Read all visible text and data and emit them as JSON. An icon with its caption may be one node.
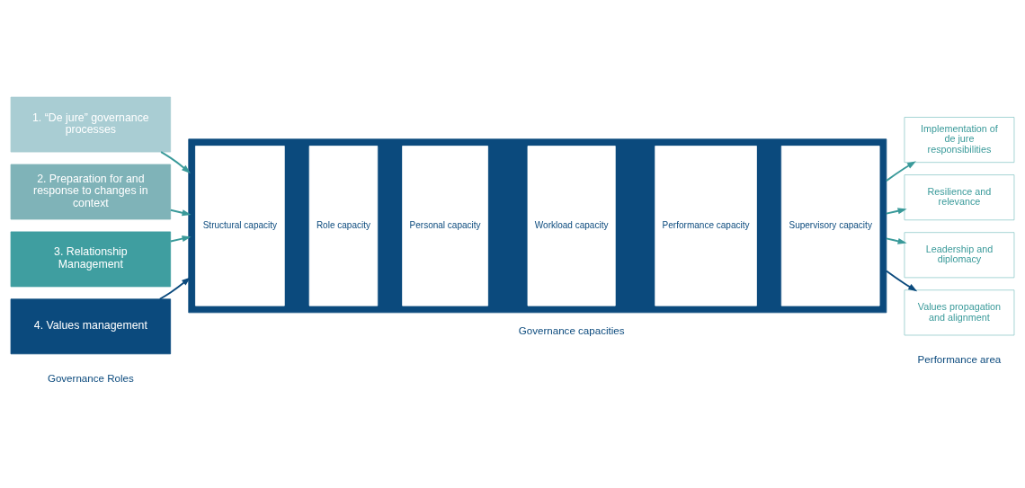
{
  "diagram": {
    "nodes": [
      {
        "text": [
          "1. “De jure” governance processes"
        ]
      },
      {
        "text": [
          "2. Preparation for and response to changes in context"
        ]
      },
      {
        "text": [
          "3. Relationship Management"
        ]
      },
      {
        "text": [
          "4. Values management"
        ]
      },
      {
        "text": [],
        "shape": "box"
      },
      {
        "text": [
          "Structural capacity"
        ],
        "in": 4
      },
      {
        "text": [
          "Role capacity"
        ],
        "in": 4
      },
      {
        "text": [
          "Personal capacity"
        ],
        "in": 4
      },
      {
        "text": [
          "Workload capacity"
        ],
        "in": 4
      },
      {
        "text": [
          "Performance capacity"
        ],
        "in": 4
      },
      {
        "text": [
          "Supervisory capacity"
        ],
        "in": 4
      },
      {
        "text": [
          "Implementation of de jure responsibilities"
        ]
      },
      {
        "text": [
          "Resilience and relevance"
        ]
      },
      {
        "text": [
          "Leadership and diplomacy"
        ]
      },
      {
        "text": [
          "Values propagation and alignment"
        ]
      }
    ],
    "edges": [
      {
        "from": 0,
        "to": 4,
        "arrow": "to"
      },
      {
        "from": 1,
        "to": 4,
        "arrow": "to"
      },
      {
        "from": 2,
        "to": 4,
        "arrow": "to"
      },
      {
        "from": 3,
        "to": 4,
        "arrow": "to",
        "color": "#0b4a7d"
      },
      {
        "from": 4,
        "to": 11,
        "arrow": "to"
      },
      {
        "from": 4,
        "to": 12,
        "arrow": "to"
      },
      {
        "from": 4,
        "to": 13,
        "arrow": "to"
      },
      {
        "from": 4,
        "to": 14,
        "arrow": "to",
        "color": "#0b4a7d"
      }
    ],
    "labels": [
      "Governance Roles",
      "Governance capacities",
      "Performance area"
    ]
  }
}
